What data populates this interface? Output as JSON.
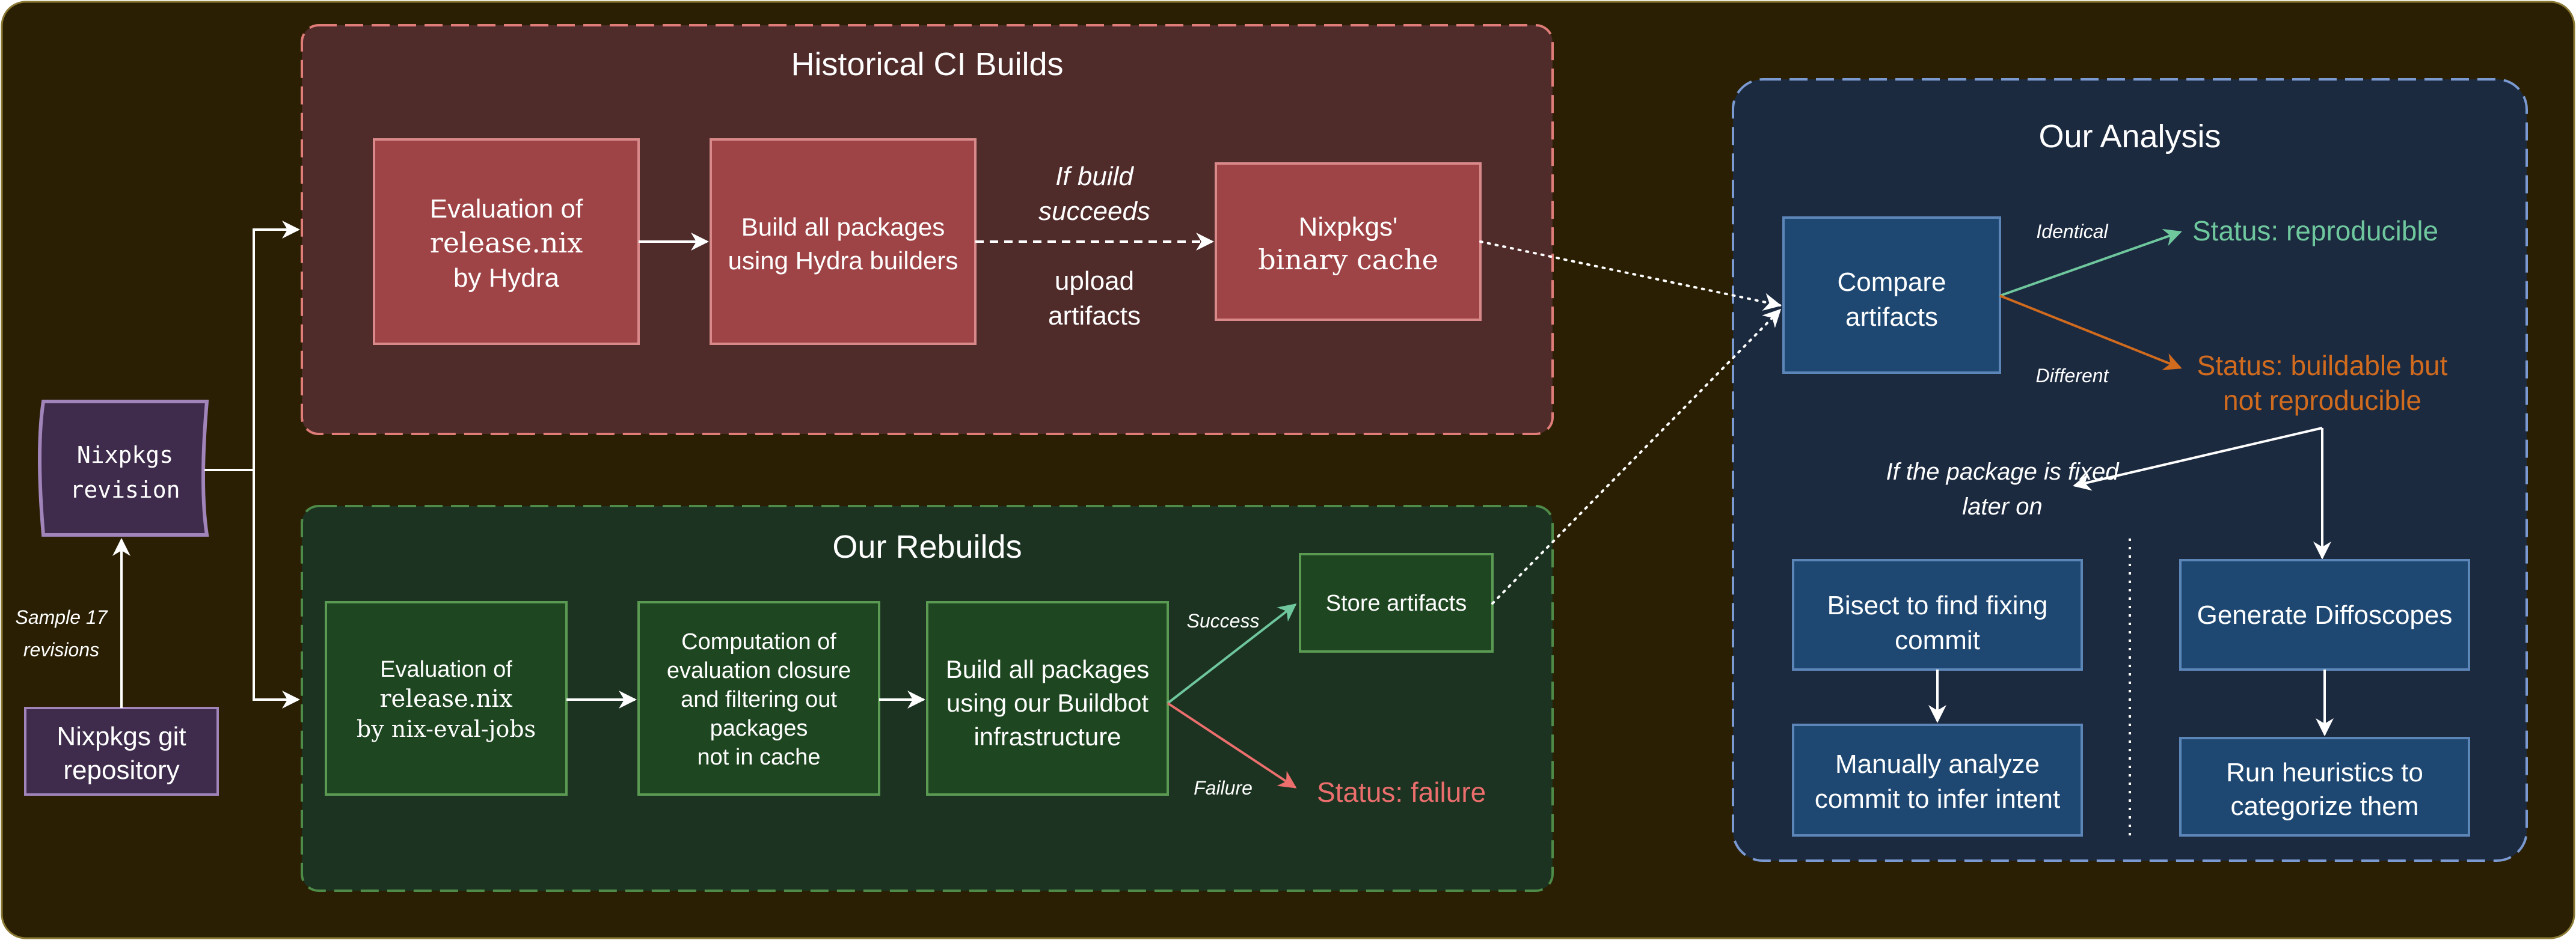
{
  "colors": {
    "background": "#2a1f03",
    "background_border": "#8a7a33",
    "ci_panel_fill": "#4f2b2a",
    "ci_panel_border": "#e07d78",
    "ci_box_fill": "#9e4446",
    "ci_box_border": "#d9898a",
    "rebuild_panel_fill": "#1b3320",
    "rebuild_panel_border": "#4e8a48",
    "rebuild_box_fill": "#1e4620",
    "rebuild_box_border": "#5b9a53",
    "analysis_panel_fill": "#1c2a40",
    "analysis_panel_border": "#7b9ad1",
    "analysis_box_fill": "#1e4872",
    "analysis_box_border": "#5c86b8",
    "source_fill": "#3f2c4c",
    "source_border": "#a084ba",
    "reproducible": "#6fc79e",
    "not_reproducible": "#d16b1e",
    "failure": "#ec6f6e",
    "white": "#ffffff"
  },
  "historical_ci": {
    "title": "Historical CI Builds",
    "eval": {
      "line1": "Evaluation of",
      "line2": "release.nix",
      "line3": "by Hydra"
    },
    "build": {
      "line1": "Build all packages",
      "line2": "using Hydra builders"
    },
    "condition": {
      "line1": "If build",
      "line2": "succeeds"
    },
    "action": {
      "line1": "upload",
      "line2": "artifacts"
    },
    "cache": {
      "line1": "Nixpkgs'",
      "line2": "binary cache"
    }
  },
  "source": {
    "revision": {
      "line1": "Nixpkgs",
      "line2": "revision"
    },
    "sample": {
      "line1": "Sample 17",
      "line2": "revisions"
    },
    "repo": {
      "line1": "Nixpkgs git",
      "line2": "repository"
    }
  },
  "rebuilds": {
    "title": "Our Rebuilds",
    "eval": {
      "line1": "Evaluation of",
      "line2": "release.nix",
      "line3": "by nix-eval-jobs"
    },
    "closure": {
      "line1": "Computation of",
      "line2": "evaluation closure",
      "line3": "and filtering out",
      "line4": "packages",
      "line5": "not in cache"
    },
    "build": {
      "line1": "Build all packages",
      "line2": "using our Buildbot",
      "line3": "infrastructure"
    },
    "success_label": "Success",
    "failure_label": "Failure",
    "store": "Store artifacts",
    "failure_status": "Status: failure"
  },
  "analysis": {
    "title": "Our Analysis",
    "compare": {
      "line1": "Compare",
      "line2": "artifacts"
    },
    "identical_label": "Identical",
    "different_label": "Different",
    "reproducible_status": "Status: reproducible",
    "not_reproducible_status": {
      "line1": "Status: buildable but",
      "line2": "not reproducible"
    },
    "fixed_later": {
      "line1": "If the package is fixed",
      "line2": "later on"
    },
    "bisect": {
      "line1": "Bisect to find fixing",
      "line2": "commit"
    },
    "manual": {
      "line1": "Manually analyze",
      "line2": "commit to infer intent"
    },
    "diffoscopes": "Generate Diffoscopes",
    "heuristics": {
      "line1": "Run heuristics to",
      "line2": "categorize them"
    }
  }
}
